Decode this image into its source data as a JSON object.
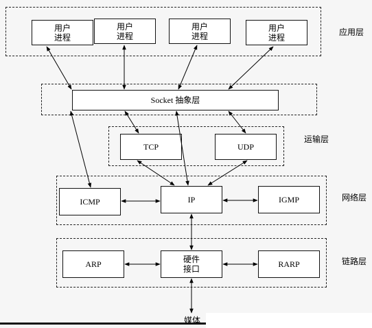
{
  "layers": {
    "app": "应用层",
    "transport": "运输层",
    "network": "网络层",
    "link": "链路层"
  },
  "boxes": {
    "user_process_1": [
      "用户",
      "进程"
    ],
    "user_process_2": [
      "用户",
      "进程"
    ],
    "user_process_3": [
      "用户",
      "进程"
    ],
    "user_process_4": [
      "用户",
      "进程"
    ],
    "socket": "Socket 抽象层",
    "tcp": "TCP",
    "udp": "UDP",
    "icmp": "ICMP",
    "ip": "IP",
    "igmp": "IGMP",
    "arp": "ARP",
    "hw_interface": [
      "硬件",
      "接口"
    ],
    "rarp": "RARP"
  },
  "medium": "媒体"
}
